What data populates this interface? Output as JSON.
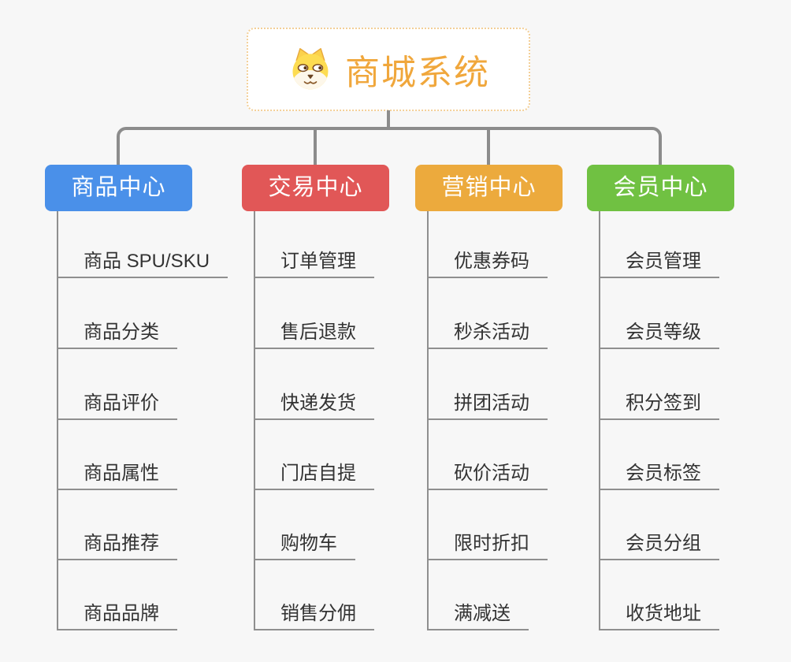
{
  "root": {
    "title": "商城系统",
    "icon": "dog-face-icon"
  },
  "branches": [
    {
      "label": "商品中心",
      "color": "#4a90e9",
      "children": [
        "商品 SPU/SKU",
        "商品分类",
        "商品评价",
        "商品属性",
        "商品推荐",
        "商品品牌"
      ]
    },
    {
      "label": "交易中心",
      "color": "#e15757",
      "children": [
        "订单管理",
        "售后退款",
        "快递发货",
        "门店自提",
        "购物车",
        "销售分佣"
      ]
    },
    {
      "label": "营销中心",
      "color": "#ecaa3d",
      "children": [
        "优惠券码",
        "秒杀活动",
        "拼团活动",
        "砍价活动",
        "限时折扣",
        "满减送"
      ]
    },
    {
      "label": "会员中心",
      "color": "#70c142",
      "children": [
        "会员管理",
        "会员等级",
        "积分签到",
        "会员标签",
        "会员分组",
        "收货地址"
      ]
    }
  ],
  "colors": {
    "background": "#f7f7f7",
    "root_accent": "#f0a73c",
    "root_border": "#f3cf97",
    "connector": "#8c8c8c",
    "child_line": "#8f8f8f",
    "branch_product": "#4a90e9",
    "branch_trade": "#e15757",
    "branch_marketing": "#ecaa3d",
    "branch_member": "#70c142"
  }
}
